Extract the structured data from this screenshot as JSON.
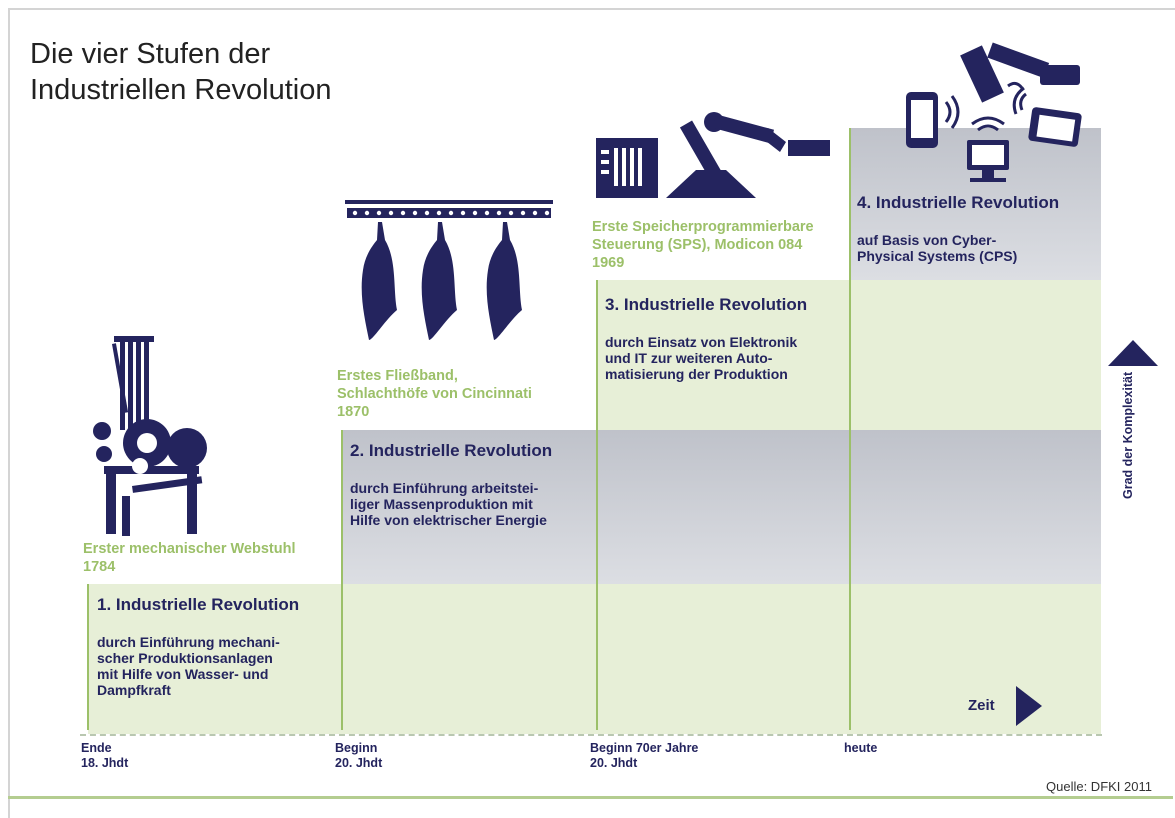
{
  "title": "Die vier Stufen der\nIndustriellen Revolution",
  "stages": [
    {
      "caption": "Erster mechanischer Webstuhl\n1784",
      "title": "1. Industrielle Revolution",
      "description": "durch Einführung mechani-\nscher Produktionsanlagen\nmit Hilfe von Wasser- und\nDampfkraft",
      "time": "Ende\n18. Jhdt",
      "icon": "loom-icon"
    },
    {
      "caption": "Erstes Fließband,\nSchlachthöfe von Cincinnati\n1870",
      "title": "2. Industrielle Revolution",
      "description": "durch Einführung arbeitstei-\nliger Massenproduktion mit\nHilfe von elektrischer Energie",
      "time": "Beginn\n20. Jhdt",
      "icon": "conveyor-carcass-icon"
    },
    {
      "caption": "Erste Speicherprogrammierbare\nSteuerung (SPS), Modicon 084\n1969",
      "title": "3. Industrielle Revolution",
      "description": "durch Einsatz von Elektronik\nund IT zur weiteren Auto-\nmatisierung der Produktion",
      "time": "Beginn 70er Jahre\n20. Jhdt",
      "icon": "robot-arm-plc-icon"
    },
    {
      "caption": "",
      "title": "4. Industrielle Revolution",
      "description": "auf Basis von Cyber-\nPhysical Systems (CPS)",
      "time": "heute",
      "icon": "connected-devices-icon"
    }
  ],
  "x_axis_label": "Zeit",
  "y_axis_label": "Grad der Komplexität",
  "source": "Quelle: DFKI 2011",
  "colors": {
    "green": "#9cc069",
    "green_light": "#e7efd7",
    "navy": "#24245e",
    "gray": "#c9ccd2"
  }
}
